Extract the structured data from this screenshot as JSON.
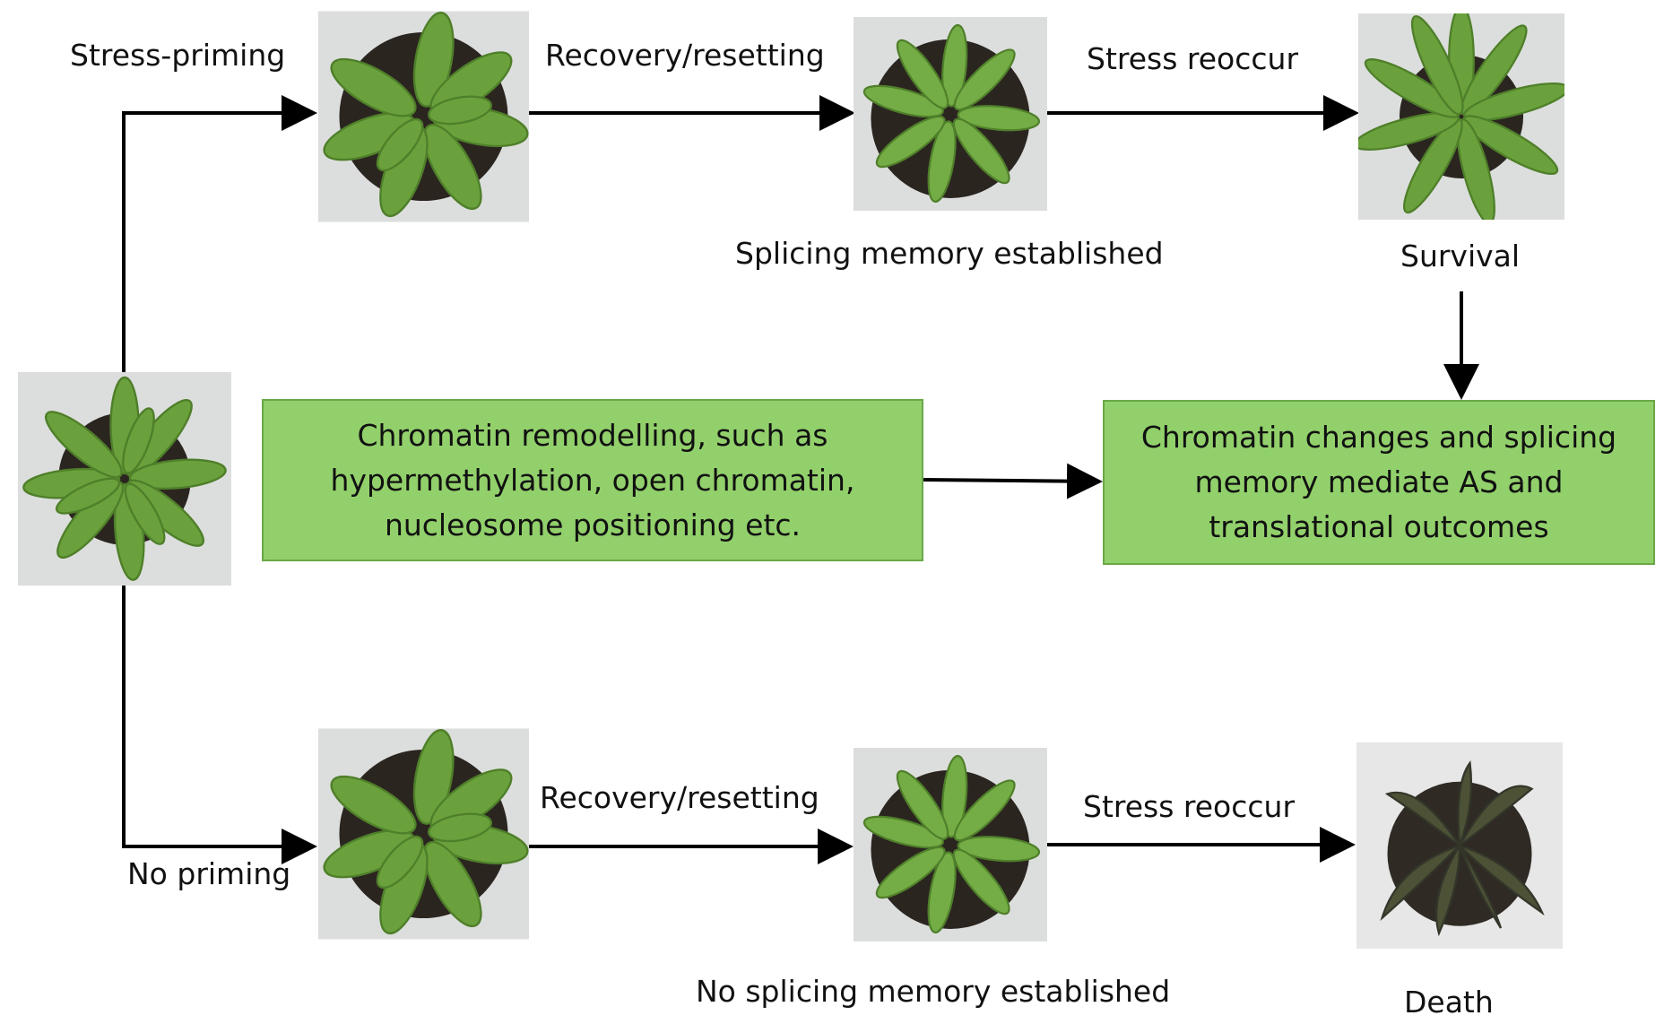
{
  "labels": {
    "stress_priming": "Stress-priming",
    "recovery_top": "Recovery/resetting",
    "stress_reoccur_top": "Stress reoccur",
    "splicing_memory": "Splicing memory established",
    "survival": "Survival",
    "no_priming": "No priming",
    "recovery_bottom": "Recovery/resetting",
    "stress_reoccur_bottom": "Stress reoccur",
    "no_splicing_memory": "No splicing memory established",
    "death": "Death"
  },
  "boxes": {
    "left": [
      "Chromatin remodelling, such as",
      "hypermethylation, open  chromatin,",
      "nucleosome positioning etc."
    ],
    "right": [
      "Chromatin changes and splicing",
      "memory   mediate AS and",
      "translational outcomes"
    ]
  },
  "colors": {
    "box_fill": "#92d06b",
    "box_border": "#6aa847",
    "leaf": "#6aa13c",
    "leaf_dead": "#4d5236",
    "soil": "#2b2520"
  }
}
